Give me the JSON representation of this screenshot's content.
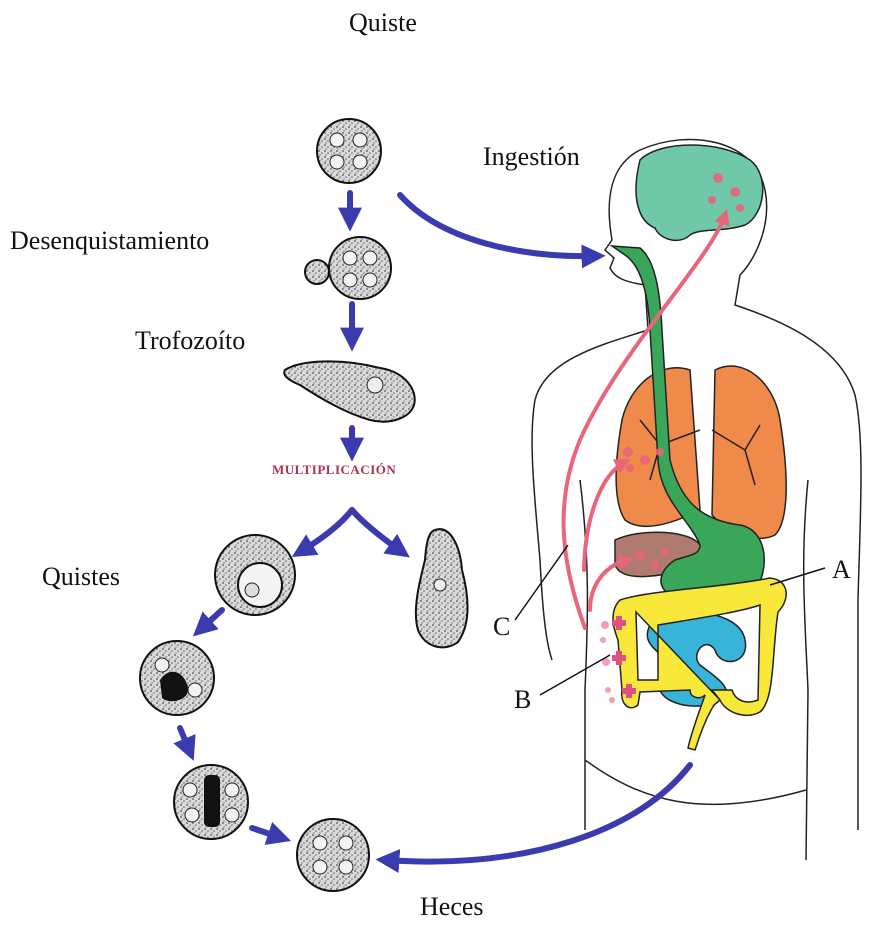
{
  "labels": {
    "quiste": "Quiste",
    "ingestion": "Ingestión",
    "desenquistamiento": "Desenquistamiento",
    "trofozoito": "Trofozoíto",
    "multiplicacion": "MULTIPLICACIÓN",
    "quistes": "Quistes",
    "heces": "Heces",
    "a": "A",
    "b": "B",
    "c": "C"
  },
  "colors": {
    "arrow": "#3b3bb0",
    "infection_path": "#e8667a",
    "brain": "#6fc9a8",
    "lungs": "#f08a4b",
    "liver": "#b07a70",
    "esophagus_stomach": "#3aa65a",
    "small_intestine": "#38b4d8",
    "large_intestine": "#f7e83a",
    "lesion": "#e05080"
  }
}
